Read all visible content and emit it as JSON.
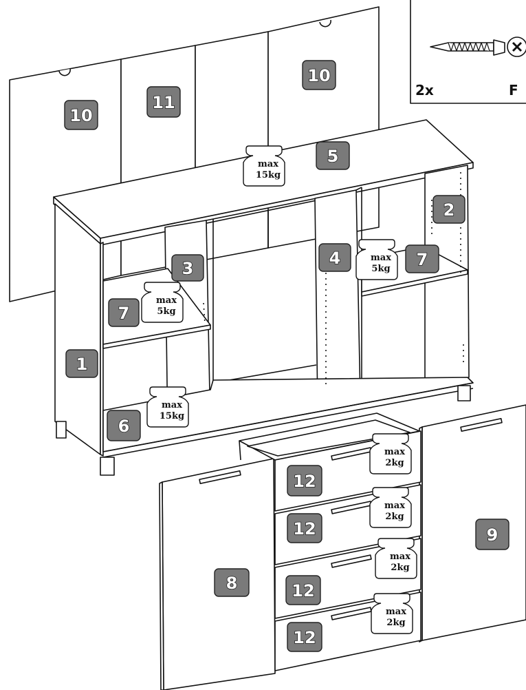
{
  "parts": [
    {
      "id": "p10a",
      "label": "10"
    },
    {
      "id": "p11",
      "label": "11"
    },
    {
      "id": "p10b",
      "label": "10"
    },
    {
      "id": "p5",
      "label": "5"
    },
    {
      "id": "p2",
      "label": "2"
    },
    {
      "id": "p3",
      "label": "3"
    },
    {
      "id": "p4",
      "label": "4"
    },
    {
      "id": "p7a",
      "label": "7"
    },
    {
      "id": "p7b",
      "label": "7"
    },
    {
      "id": "p1",
      "label": "1"
    },
    {
      "id": "p6",
      "label": "6"
    },
    {
      "id": "p8",
      "label": "8"
    },
    {
      "id": "p9",
      "label": "9"
    },
    {
      "id": "p12a",
      "label": "12"
    },
    {
      "id": "p12b",
      "label": "12"
    },
    {
      "id": "p12c",
      "label": "12"
    },
    {
      "id": "p12d",
      "label": "12"
    }
  ],
  "weights": [
    {
      "id": "w-top",
      "line1": "max",
      "line2": "15kg"
    },
    {
      "id": "w-shelf-right",
      "line1": "max",
      "line2": "5kg"
    },
    {
      "id": "w-shelf-left",
      "line1": "max",
      "line2": "5kg"
    },
    {
      "id": "w-bottom-left",
      "line1": "max",
      "line2": "15kg"
    },
    {
      "id": "w-drawer-1",
      "line1": "max",
      "line2": "2kg"
    },
    {
      "id": "w-drawer-2",
      "line1": "max",
      "line2": "2kg"
    },
    {
      "id": "w-drawer-3",
      "line1": "max",
      "line2": "2kg"
    },
    {
      "id": "w-drawer-4",
      "line1": "max",
      "line2": "2kg"
    }
  ],
  "inset": {
    "quantity": "2x",
    "code": "F",
    "icon": "screw-icon"
  }
}
